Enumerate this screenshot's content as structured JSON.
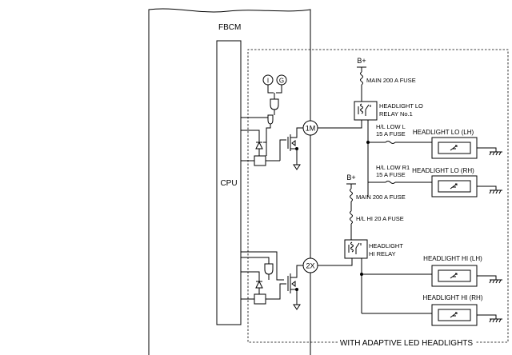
{
  "module": {
    "name": "FBCM",
    "cpu_label": "CPU"
  },
  "inputs": {
    "ignition": "I",
    "ground": "G"
  },
  "connectors": {
    "lo": "1M",
    "hi": "2X"
  },
  "lo_circuit": {
    "supply": "B+",
    "main_fuse": "MAIN 200 A FUSE",
    "relay_line1": "HEADLIGHT LO",
    "relay_line2": "RELAY No.1",
    "fuse_l_line1": "H/L LOW L",
    "fuse_l_line2": "15 A FUSE",
    "fuse_r_line1": "H/L LOW R1",
    "fuse_r_line2": "15 A FUSE",
    "lamp_lh": "HEADLIGHT LO (LH)",
    "lamp_rh": "HEADLIGHT LO (RH)"
  },
  "hi_circuit": {
    "supply": "B+",
    "main_fuse": "MAIN 200 A FUSE",
    "hi_fuse": "H/L HI 20 A FUSE",
    "relay_line1": "HEADLIGHT",
    "relay_line2": "HI RELAY",
    "lamp_lh": "HEADLIGHT HI (LH)",
    "lamp_rh": "HEADLIGHT HI (RH)"
  },
  "footer_label": "WITH ADAPTIVE LED HEADLIGHTS"
}
